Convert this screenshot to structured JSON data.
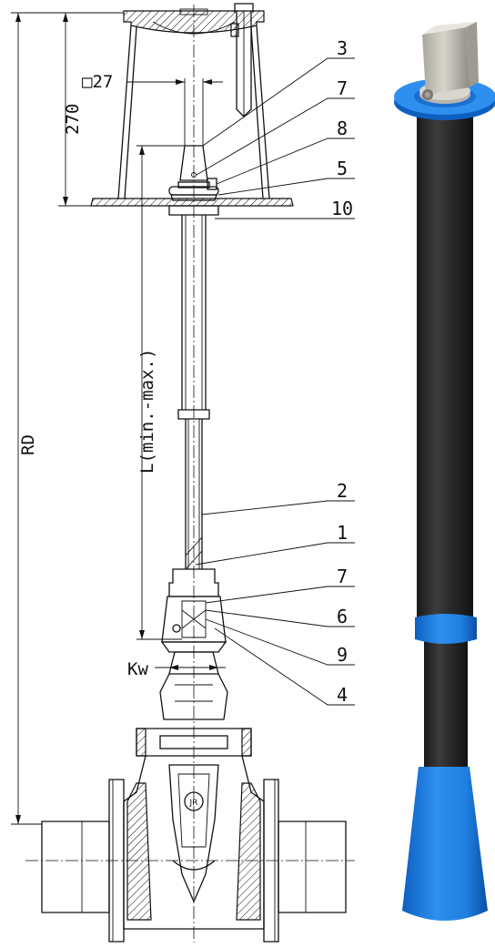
{
  "dimensions": {
    "height": "270",
    "square": "□27",
    "length": "L(min.-max.)",
    "rd": "RD",
    "kw": "Kw"
  },
  "part_numbers": [
    "3",
    "7",
    "8",
    "5",
    "10",
    "2",
    "1",
    "7",
    "6",
    "9",
    "4"
  ],
  "logo_text": "JR",
  "colors": {
    "line": "#111111",
    "pipe_dark": "#2a2a2a",
    "plastic_blue": "#1f7fe0",
    "cap_grey": "#c9c6bd"
  }
}
